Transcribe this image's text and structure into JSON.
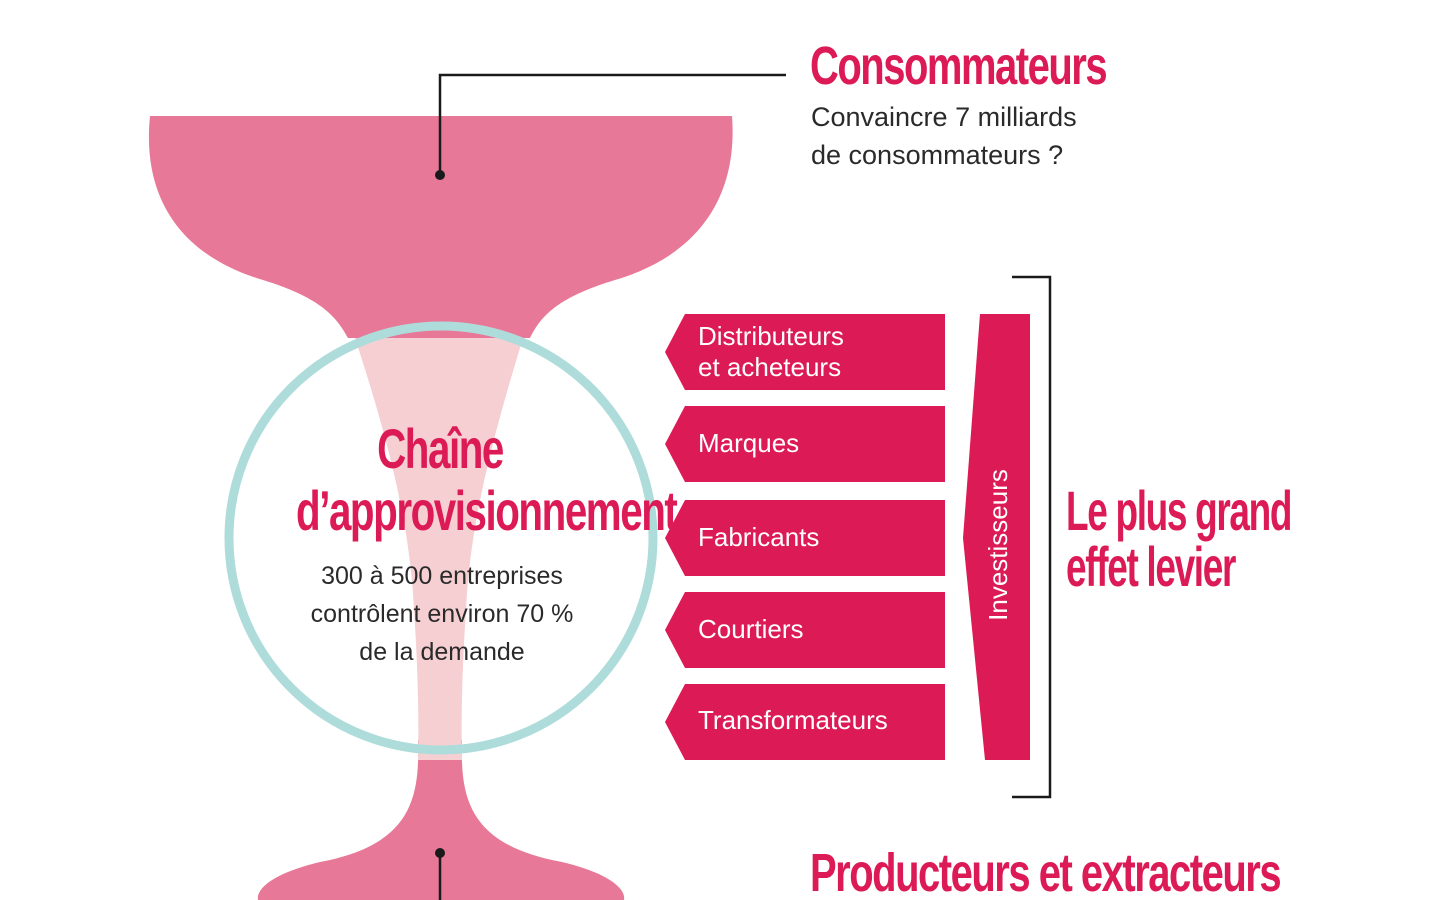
{
  "consumers": {
    "title": "Consommateurs",
    "subtitle_line1": "Convaincre 7 milliards",
    "subtitle_line2": "de consommateurs ?"
  },
  "supply_chain": {
    "title_line1": "Chaîne",
    "title_line2": "d’approvisionnement",
    "description_line1": "300 à 500 entreprises",
    "description_line2": "contrôlent environ 70 %",
    "description_line3": "de la demande"
  },
  "actors": [
    {
      "label_line1": "Distributeurs",
      "label_line2": "et acheteurs"
    },
    {
      "label_line1": "Marques",
      "label_line2": ""
    },
    {
      "label_line1": "Fabricants",
      "label_line2": ""
    },
    {
      "label_line1": "Courtiers",
      "label_line2": ""
    },
    {
      "label_line1": "Transformateurs",
      "label_line2": ""
    }
  ],
  "investors": {
    "label": "Investisseurs"
  },
  "leverage": {
    "line1": "Le plus grand",
    "line2": "effet levier"
  },
  "producers": {
    "title": "Producteurs et extracteurs"
  },
  "colors": {
    "funnel_pink": "#e87898",
    "inner_light_pink": "#f6cfd2",
    "accent_crimson": "#dc1a55",
    "circle_teal": "#aedcda",
    "body_text": "#2a2a2a",
    "line_black": "#1a1a1a"
  }
}
